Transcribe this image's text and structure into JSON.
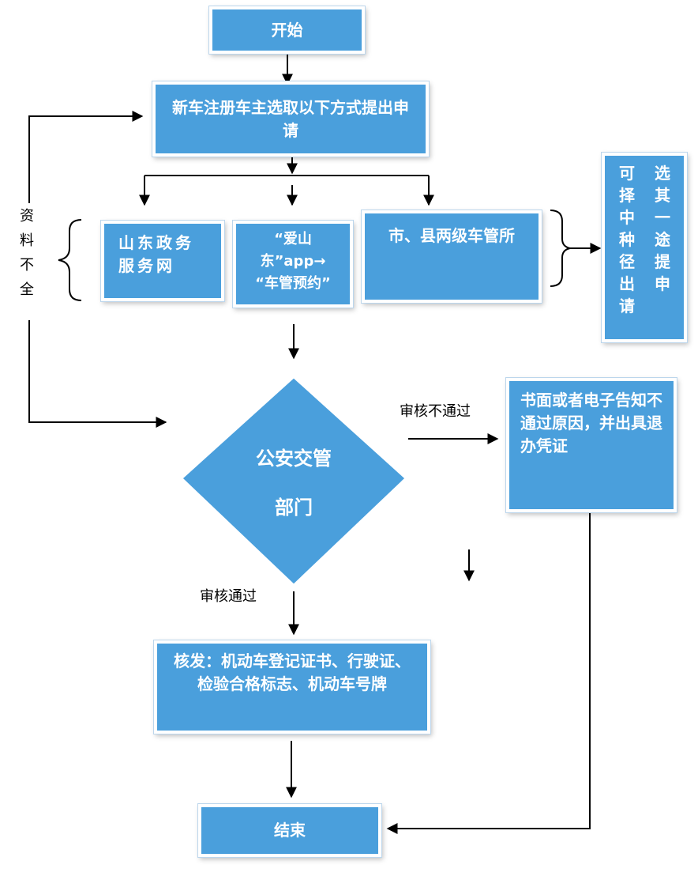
{
  "nodes": {
    "start": "开始",
    "register": "新车注册车主选取以下方式提出申请",
    "opt_portal": "山东政务服务网",
    "opt_app_line1": "“爱山",
    "opt_app_line2": "东”app→",
    "opt_app_line3": "“车管预约”",
    "opt_office": "市、县两级车管所",
    "choose_col1": "可择中种径出请",
    "choose_col2": "选其一途提申",
    "review_line1": "公安交管",
    "review_line2": "部门",
    "reject_notice": "书面或者电子告知不通过原因，并出具退办凭证",
    "issue": "核发：机动车登记证书、行驶证、检验合格标志、机动车号牌",
    "end": "结束"
  },
  "labels": {
    "incomplete": "资料不全",
    "review_fail": "审核不通过",
    "review_pass": "审核通过"
  },
  "colors": {
    "box_fill": "#4a9fdc",
    "line": "#000000"
  }
}
